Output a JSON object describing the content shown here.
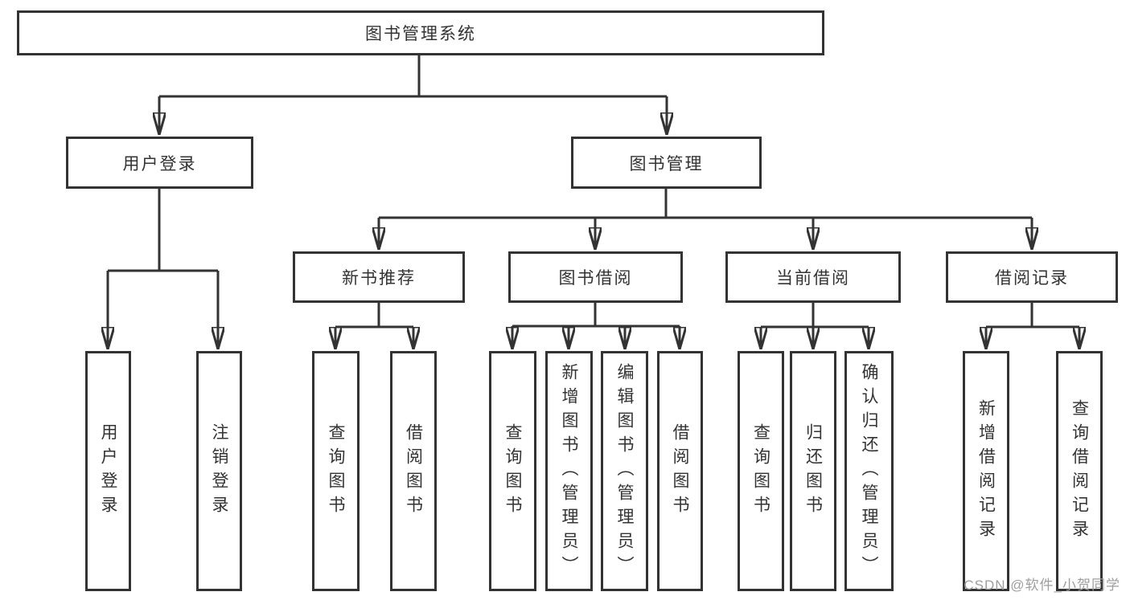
{
  "diagram_type": "tree",
  "colors": {
    "line": "#333333",
    "box_border": "#333333",
    "text": "#333333",
    "watermark": "#9e9e9e",
    "background": "#ffffff"
  },
  "tree": {
    "label": "图书管理系统",
    "children": [
      {
        "label": "用户登录",
        "children": [
          {
            "label": "用户登录"
          },
          {
            "label": "注销登录"
          }
        ]
      },
      {
        "label": "图书管理",
        "children": [
          {
            "label": "新书推荐",
            "children": [
              {
                "label": "查询图书"
              },
              {
                "label": "借阅图书"
              }
            ]
          },
          {
            "label": "图书借阅",
            "children": [
              {
                "label": "查询图书"
              },
              {
                "label": "新增图书（管理员）"
              },
              {
                "label": "编辑图书（管理员）"
              },
              {
                "label": "借阅图书"
              }
            ]
          },
          {
            "label": "当前借阅",
            "children": [
              {
                "label": "查询图书"
              },
              {
                "label": "归还图书"
              },
              {
                "label": "确认归还（管理员）"
              }
            ]
          },
          {
            "label": "借阅记录",
            "children": [
              {
                "label": "新增借阅记录"
              },
              {
                "label": "查询借阅记录"
              }
            ]
          }
        ]
      }
    ]
  },
  "watermark": {
    "text": "CSDN @软件_小贺同学"
  }
}
